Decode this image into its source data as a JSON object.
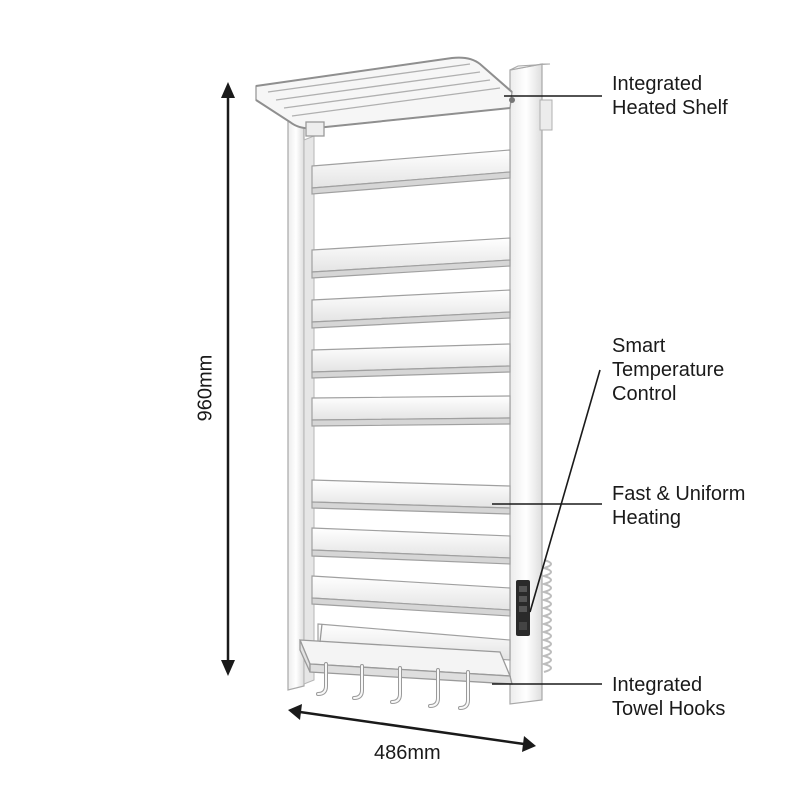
{
  "callouts": [
    {
      "id": "shelf",
      "lines": [
        "Integrated",
        "Heated Shelf"
      ]
    },
    {
      "id": "control",
      "lines": [
        "Smart",
        "Temperature",
        "Control"
      ]
    },
    {
      "id": "heating",
      "lines": [
        "Fast & Uniform",
        "Heating"
      ]
    },
    {
      "id": "hooks",
      "lines": [
        "Integrated",
        "Towel Hooks"
      ]
    }
  ],
  "dimensions": {
    "height": "960mm",
    "width": "486mm"
  },
  "colors": {
    "product": "#f7f7f7",
    "outline": "#9a9a9a",
    "shadow": "#dcdcdc",
    "line": "#1a1a1a",
    "panel": "#2a2a2a"
  }
}
